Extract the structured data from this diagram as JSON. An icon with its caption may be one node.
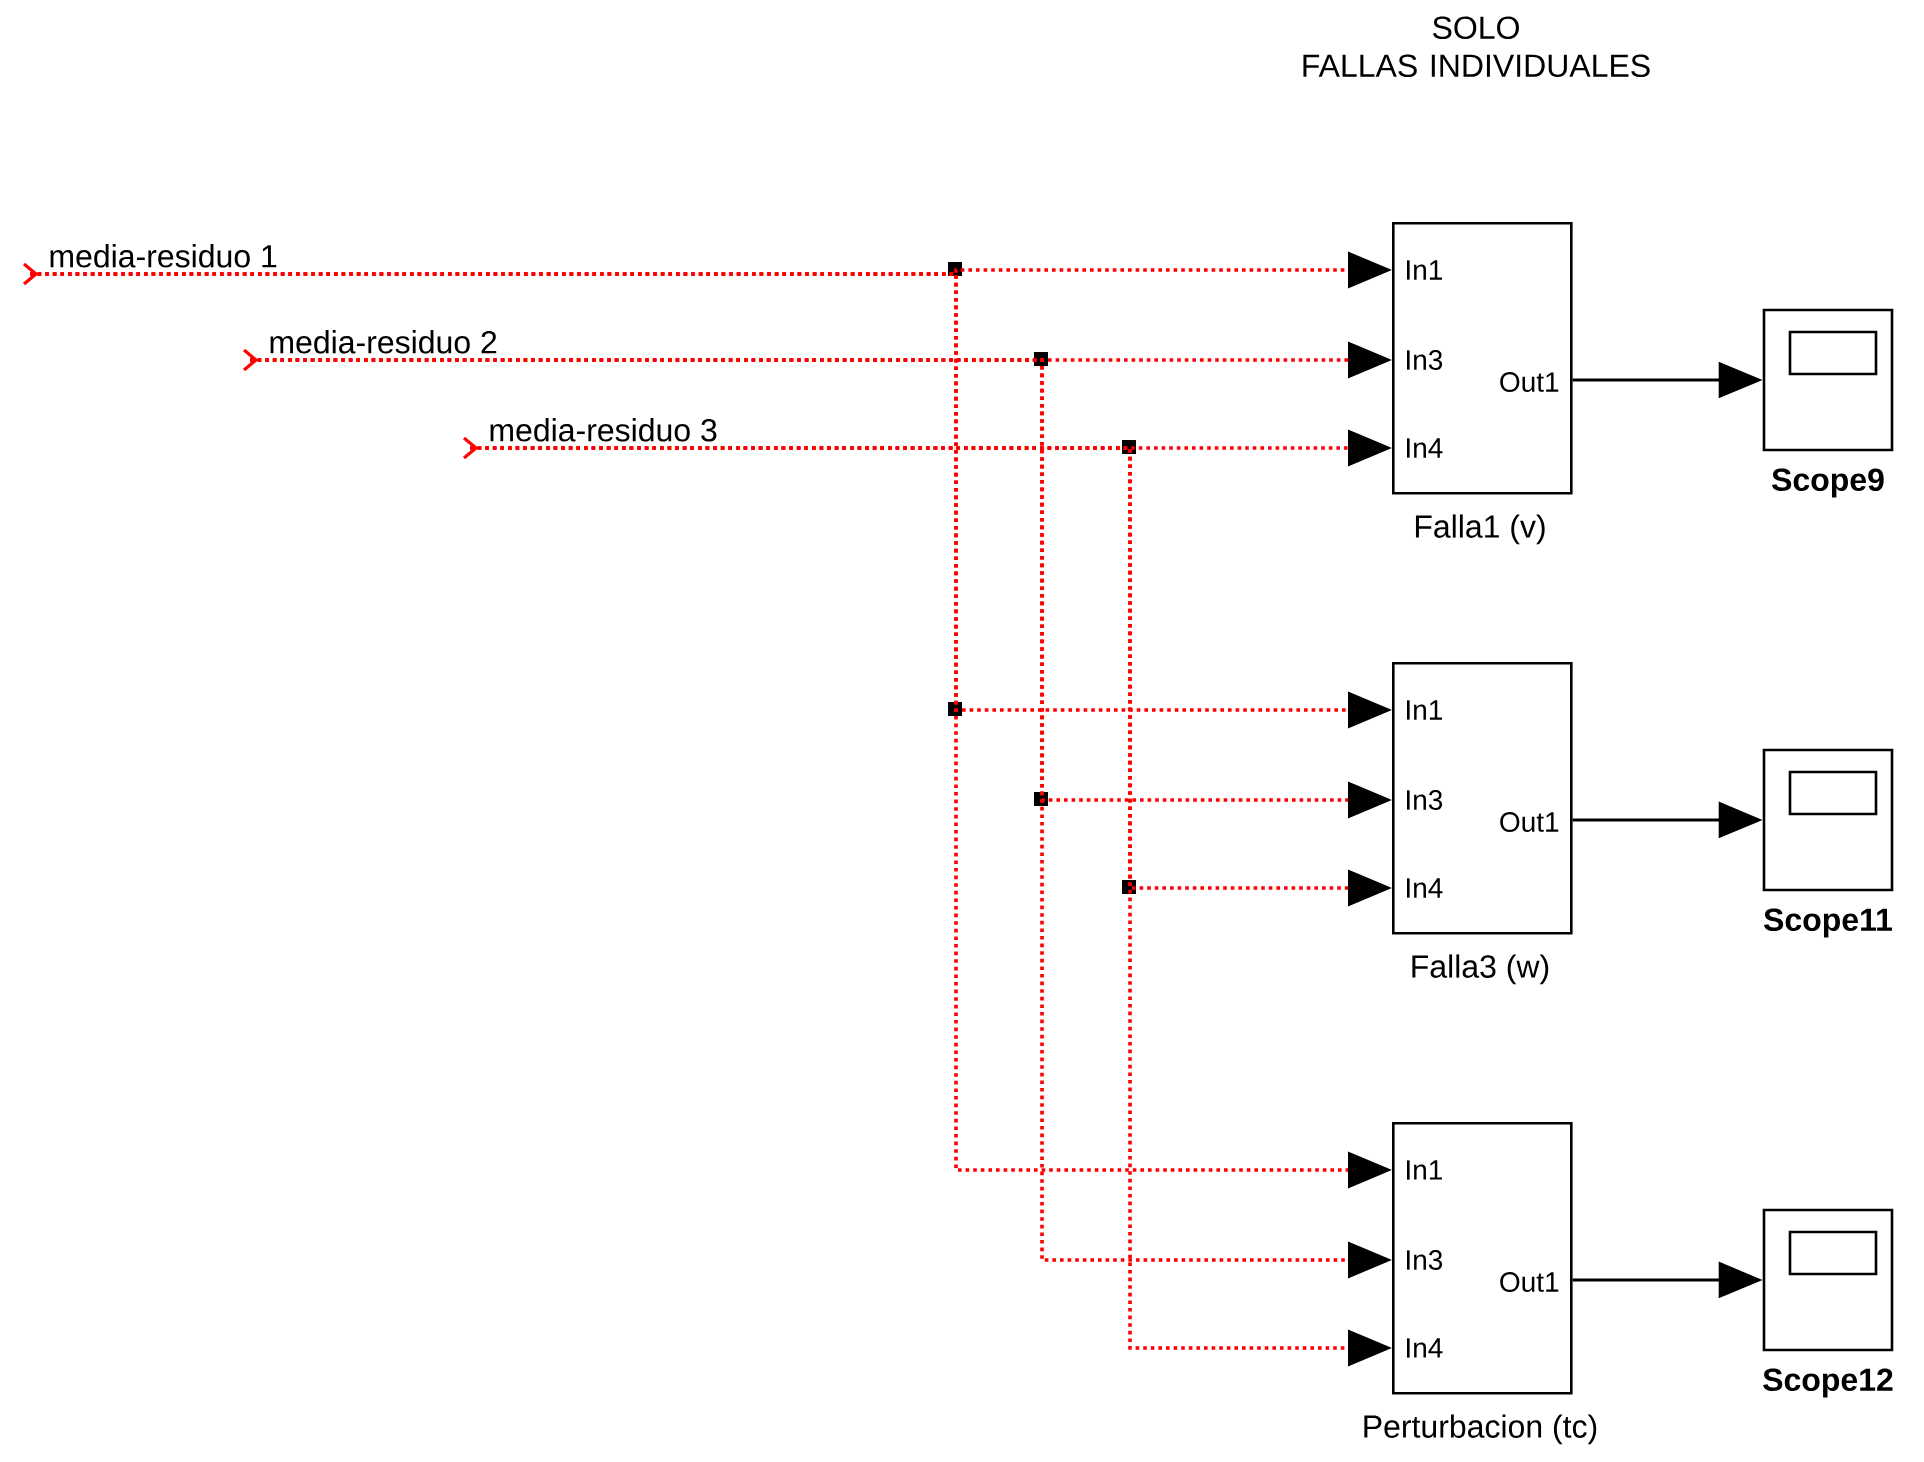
{
  "diagram": {
    "title": "SOLO FALLAS INDIVIDUALES",
    "nodes": [
      {
        "text": [
          "media-residuo 1"
        ]
      },
      {
        "text": [
          "media-residuo 2"
        ]
      },
      {
        "text": [
          "media-residuo 3"
        ]
      },
      {
        "text": [
          "In1",
          "In3",
          "In4",
          "Out1"
        ],
        "beside": [
          "Falla1 (v)"
        ]
      },
      {
        "text": [
          "In1",
          "In3",
          "In4",
          "Out1"
        ],
        "beside": [
          "Falla3 (w)"
        ]
      },
      {
        "text": [
          "In1",
          "In3",
          "In4",
          "Out1"
        ],
        "beside": [
          "Perturbacion (tc)"
        ]
      },
      {
        "text": [],
        "shape": "box",
        "beside": [
          "Scope9"
        ]
      },
      {
        "text": [],
        "shape": "box",
        "beside": [
          "Scope11"
        ]
      },
      {
        "text": [],
        "shape": "box",
        "beside": [
          "Scope12"
        ]
      }
    ],
    "edges": [
      {
        "from": 0,
        "to": 3,
        "arrow": "to",
        "style": "dashed",
        "color": "#ff0000"
      },
      {
        "from": 1,
        "to": 3,
        "arrow": "to",
        "style": "dashed",
        "color": "#ff0000"
      },
      {
        "from": 2,
        "to": 3,
        "arrow": "to",
        "style": "dashed",
        "color": "#ff0000"
      },
      {
        "from": 0,
        "to": 4,
        "arrow": "to",
        "style": "dashed",
        "color": "#ff0000"
      },
      {
        "from": 1,
        "to": 4,
        "arrow": "to",
        "style": "dashed",
        "color": "#ff0000"
      },
      {
        "from": 2,
        "to": 4,
        "arrow": "to",
        "style": "dashed",
        "color": "#ff0000"
      },
      {
        "from": 0,
        "to": 5,
        "arrow": "to",
        "style": "dashed",
        "color": "#ff0000"
      },
      {
        "from": 1,
        "to": 5,
        "arrow": "to",
        "style": "dashed",
        "color": "#ff0000"
      },
      {
        "from": 2,
        "to": 5,
        "arrow": "to",
        "style": "dashed",
        "color": "#ff0000"
      },
      {
        "from": 3,
        "to": 6,
        "arrow": "to",
        "color": "#000000"
      },
      {
        "from": 4,
        "to": 7,
        "arrow": "to",
        "color": "#000000"
      },
      {
        "from": 5,
        "to": 8,
        "arrow": "to",
        "color": "#000000"
      }
    ]
  }
}
